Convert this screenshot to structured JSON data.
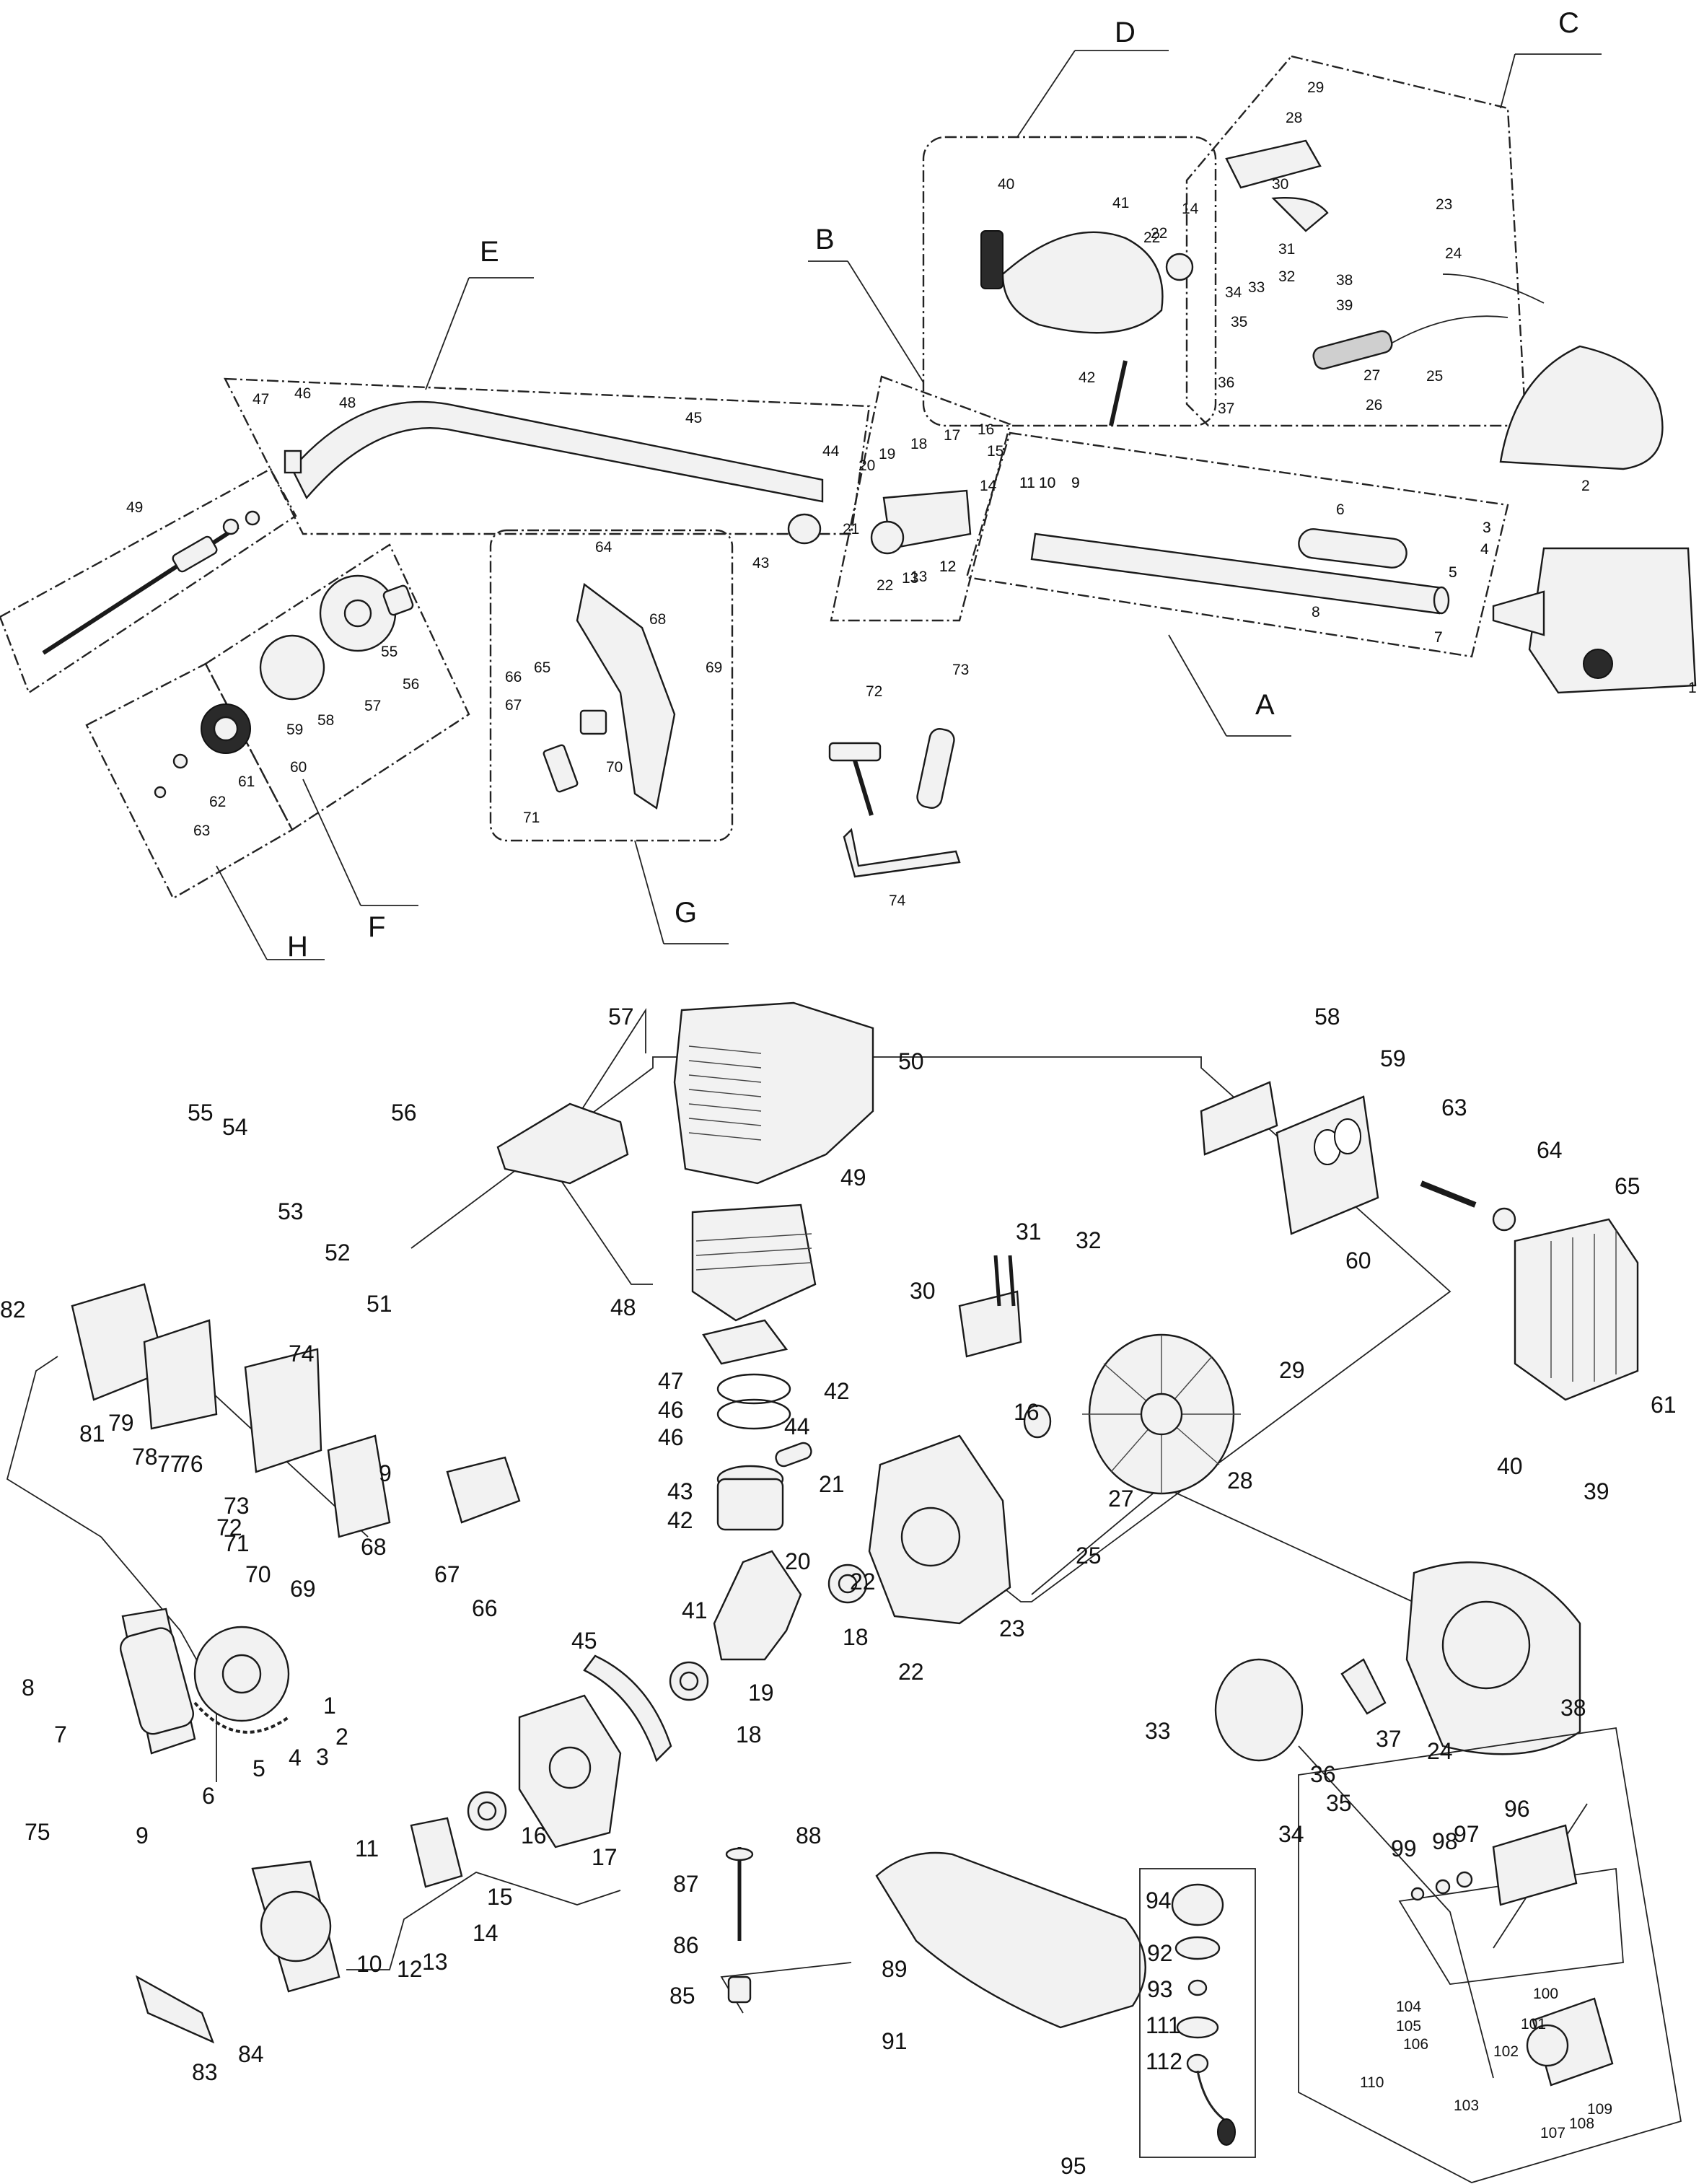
{
  "sections_top": [
    "A",
    "B",
    "C",
    "D",
    "E",
    "F",
    "G",
    "H"
  ],
  "callouts_top": [
    "1",
    "2",
    "3",
    "4",
    "5",
    "6",
    "7",
    "8",
    "9",
    "10",
    "11",
    "12",
    "13",
    "14",
    "15",
    "16",
    "17",
    "18",
    "19",
    "20",
    "21",
    "22",
    "23",
    "24",
    "25",
    "26",
    "27",
    "28",
    "29",
    "30",
    "31",
    "32",
    "33",
    "34",
    "35",
    "36",
    "37",
    "38",
    "39",
    "40",
    "41",
    "42",
    "43",
    "44",
    "45",
    "46",
    "47",
    "48",
    "49",
    "55",
    "56",
    "57",
    "58",
    "59",
    "60",
    "61",
    "62",
    "63",
    "64",
    "65",
    "66",
    "67",
    "68",
    "69",
    "70",
    "71",
    "72",
    "73",
    "74",
    "14",
    "22",
    "12",
    "13",
    "22",
    "9",
    "11",
    "10",
    "3",
    "4",
    "5",
    "7"
  ],
  "callouts_bottom": [
    "1",
    "2",
    "3",
    "4",
    "5",
    "6",
    "7",
    "8",
    "9",
    "9",
    "10",
    "11",
    "12",
    "13",
    "14",
    "15",
    "16",
    "16",
    "17",
    "18",
    "18",
    "19",
    "20",
    "21",
    "22",
    "22",
    "23",
    "24",
    "25",
    "27",
    "28",
    "29",
    "30",
    "31",
    "32",
    "33",
    "34",
    "35",
    "36",
    "37",
    "38",
    "39",
    "40",
    "41",
    "42",
    "42",
    "43",
    "44",
    "45",
    "46",
    "46",
    "47",
    "48",
    "49",
    "50",
    "51",
    "52",
    "53",
    "54",
    "55",
    "56",
    "57",
    "58",
    "59",
    "60",
    "61",
    "63",
    "64",
    "65",
    "66",
    "67",
    "68",
    "69",
    "70",
    "71",
    "72",
    "73",
    "74",
    "75",
    "76",
    "77",
    "78",
    "79",
    "81",
    "82",
    "83",
    "84",
    "85",
    "86",
    "87",
    "88",
    "89",
    "91",
    "92",
    "93",
    "94",
    "95",
    "96",
    "97",
    "98",
    "99",
    "100",
    "101",
    "102",
    "103",
    "104",
    "105",
    "106",
    "107",
    "108",
    "109",
    "110",
    "111",
    "112"
  ]
}
